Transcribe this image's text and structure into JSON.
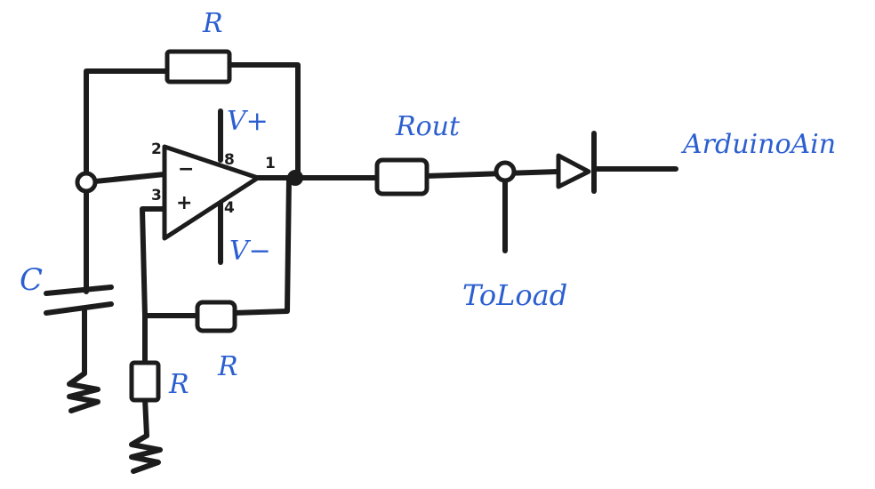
{
  "labels": {
    "r_feedback": "R",
    "r_pos_feedback": "R",
    "r_ground": "R",
    "capacitor": "C",
    "r_out": "Rout",
    "to_load": "ToLoad",
    "arduino_ain": "ArduinoAin",
    "v_plus": "V+",
    "v_minus": "V−"
  },
  "pins": {
    "inv": "2",
    "noninv": "3",
    "out": "1",
    "vcc": "8",
    "gnd": "4",
    "minus_sign": "−",
    "plus_sign": "+"
  },
  "colors": {
    "ink": "#1c1c1c",
    "label_blue": "#2b5fd0"
  }
}
